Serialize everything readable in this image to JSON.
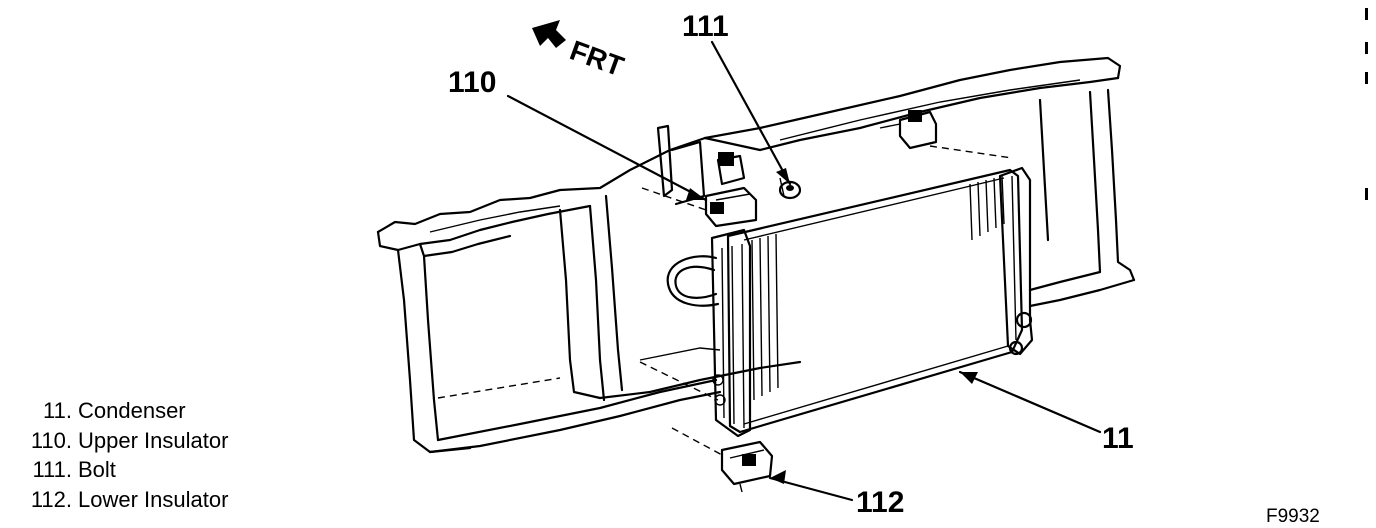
{
  "diagram": {
    "direction_label": "FRT",
    "figure_id": "F9932",
    "callouts": [
      {
        "id": "11",
        "label": "11"
      },
      {
        "id": "110",
        "label": "110"
      },
      {
        "id": "111",
        "label": "111"
      },
      {
        "id": "112",
        "label": "112"
      }
    ],
    "legend": [
      {
        "number": "11.",
        "name": "Condenser"
      },
      {
        "number": "110.",
        "name": "Upper Insulator"
      },
      {
        "number": "111.",
        "name": "Bolt"
      },
      {
        "number": "112.",
        "name": "Lower Insulator"
      }
    ]
  },
  "colors": {
    "ink": "#000000",
    "background": "#ffffff"
  }
}
